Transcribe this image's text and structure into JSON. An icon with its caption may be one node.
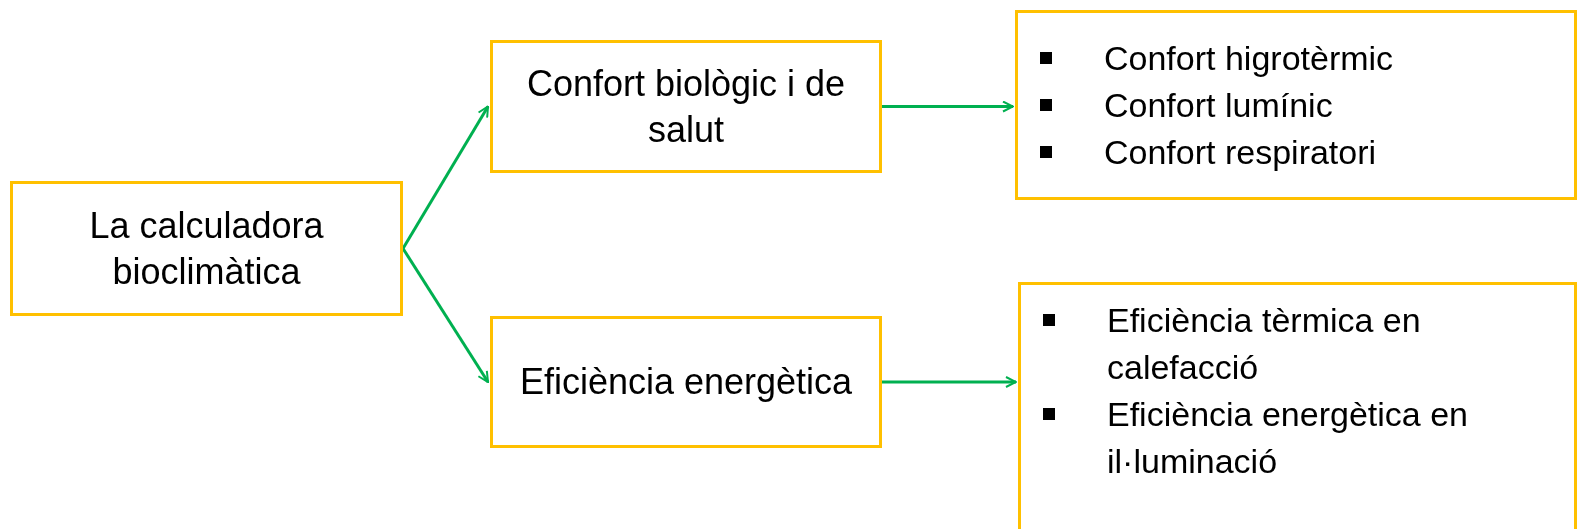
{
  "diagram": {
    "nodes": [
      {
        "text": [
          "La calculadora bioclimàtica"
        ]
      },
      {
        "text": [
          "Confort biològic i de salut"
        ]
      },
      {
        "text": [
          "Eficiència energètica"
        ]
      },
      {
        "text": [
          "Confort higrotèrmic",
          "Confort lumínic",
          "Confort respiratori"
        ]
      },
      {
        "text": [
          "Eficiència tèrmica en calefacció",
          "Eficiència energètica en il·luminació"
        ]
      }
    ],
    "edges": [
      {
        "from": 0,
        "to": 1,
        "arrow": "to"
      },
      {
        "from": 0,
        "to": 2,
        "arrow": "to"
      },
      {
        "from": 1,
        "to": 3,
        "arrow": "to"
      },
      {
        "from": 2,
        "to": 4,
        "arrow": "to"
      }
    ]
  }
}
